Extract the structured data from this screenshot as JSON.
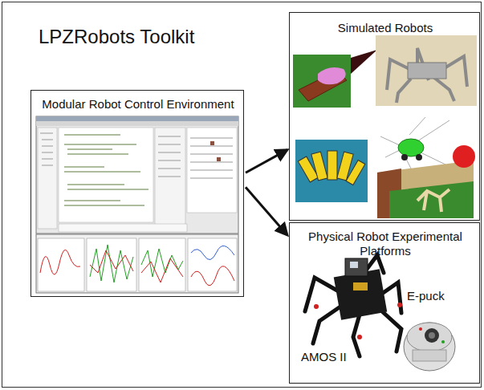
{
  "diagram": {
    "title": "LPZRobots Toolkit",
    "nodes": [
      {
        "text": [
          "Modular Robot Control Environment"
        ]
      },
      {
        "text": [
          "Simulated Robots"
        ]
      },
      {
        "text": [
          "Physical Robot Experimental Platforms",
          "AMOS II",
          "E-puck"
        ]
      }
    ],
    "edges": [
      {
        "from": 0,
        "to": 1,
        "arrow": "to"
      },
      {
        "from": 0,
        "to": 2,
        "arrow": "to"
      }
    ]
  }
}
